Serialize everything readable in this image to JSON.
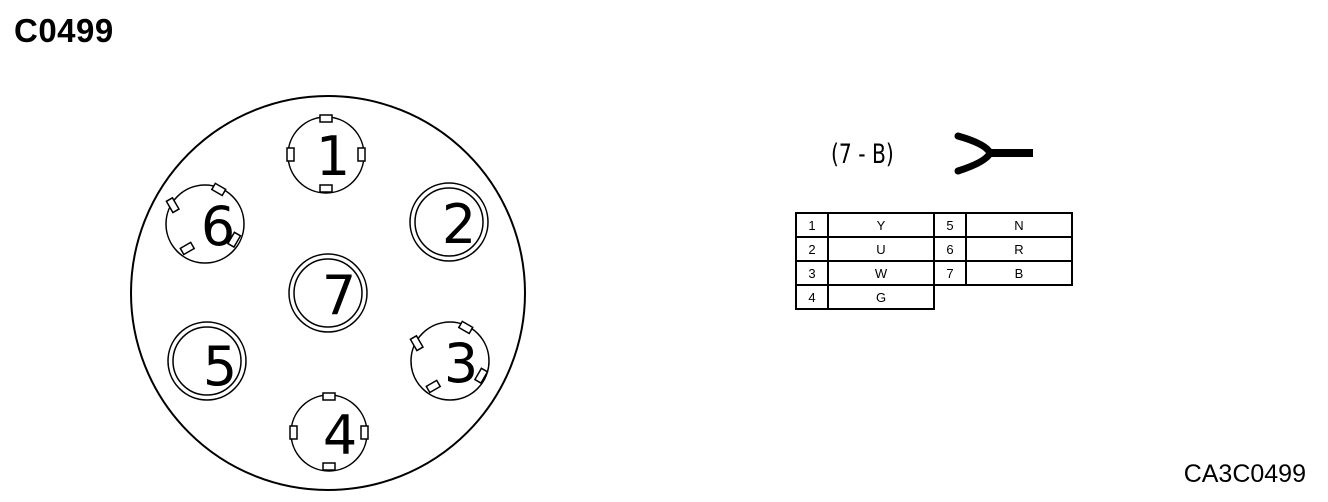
{
  "title": "C0499",
  "reference_code": "CA3C0499",
  "connector": {
    "part_label": "(7 - B)",
    "pins": [
      {
        "number": "1",
        "style": "keyed",
        "keys": "top-bottom-sides"
      },
      {
        "number": "2",
        "style": "double-ring"
      },
      {
        "number": "3",
        "style": "keyed",
        "keys": "angled"
      },
      {
        "number": "4",
        "style": "keyed",
        "keys": "top-bottom-sides"
      },
      {
        "number": "5",
        "style": "double-ring"
      },
      {
        "number": "6",
        "style": "keyed",
        "keys": "angled"
      },
      {
        "number": "7",
        "style": "double-ring"
      }
    ]
  },
  "wire_table": {
    "rows": [
      [
        {
          "pin": "1",
          "color": "Y"
        },
        {
          "pin": "5",
          "color": "N"
        }
      ],
      [
        {
          "pin": "2",
          "color": "U"
        },
        {
          "pin": "6",
          "color": "R"
        }
      ],
      [
        {
          "pin": "3",
          "color": "W"
        },
        {
          "pin": "7",
          "color": "B"
        }
      ],
      [
        {
          "pin": "4",
          "color": "G"
        }
      ]
    ]
  }
}
